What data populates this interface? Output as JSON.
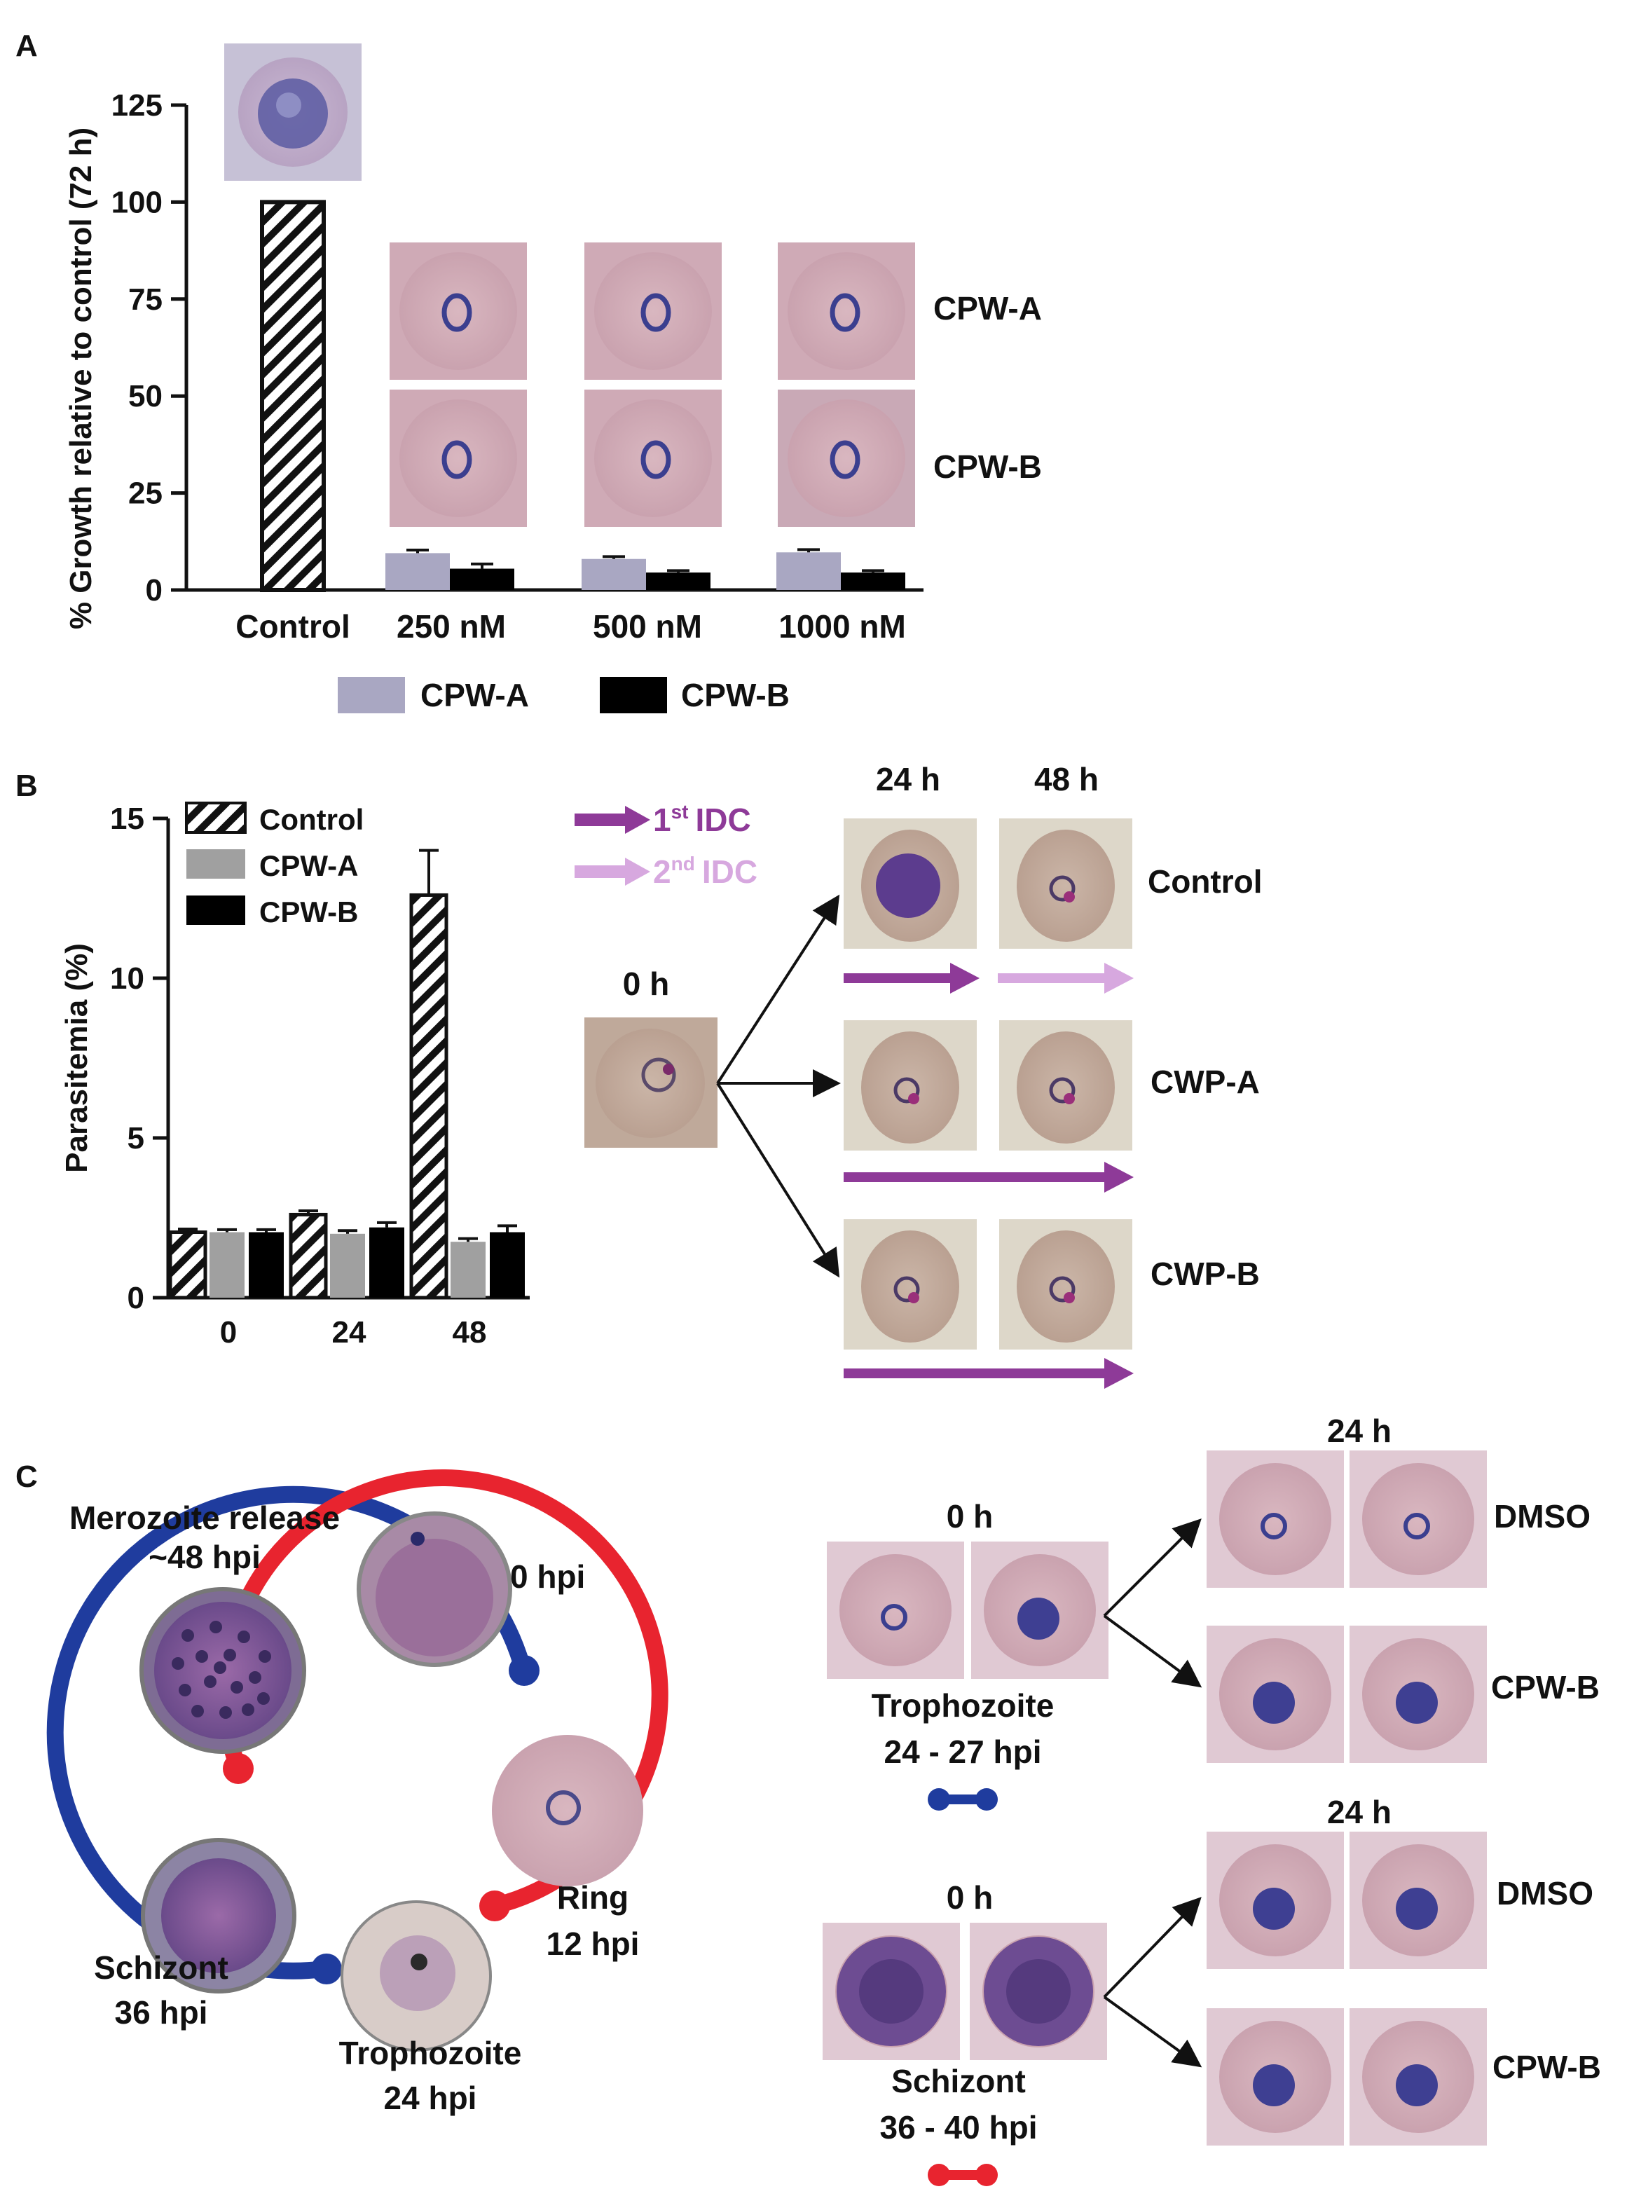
{
  "panels": {
    "a": "A",
    "b": "B",
    "c": "C"
  },
  "colors": {
    "cpw_a_light": "#a9a7c2",
    "cpw_a_gray": "#a0a0a0",
    "cpw_b": "#000000",
    "idc1": "#8e3a98",
    "idc2": "#d7a8df",
    "blue_cycle": "#1f3c9e",
    "red_cycle": "#e8242f",
    "cell_pink": "#d8b5bd",
    "cell_tan": "#c9b3a5",
    "parasite": "#3b3f8f"
  },
  "chart_data": [
    {
      "type": "bar",
      "panel": "A",
      "ylabel": "% Growth relative to control (72 h)",
      "xlabel": "",
      "ylim": [
        0,
        125
      ],
      "yticks": [
        0,
        25,
        50,
        75,
        100,
        125
      ],
      "categories": [
        "Control",
        "250 nM",
        "500 nM",
        "1000 nM"
      ],
      "series": [
        {
          "name": "Control",
          "pattern": "hatched",
          "values": [
            100,
            null,
            null,
            null
          ],
          "errors": [
            0,
            null,
            null,
            null
          ]
        },
        {
          "name": "CPW-A",
          "values": [
            null,
            9.5,
            8.0,
            9.7
          ],
          "errors": [
            null,
            0.8,
            0.6,
            0.7
          ]
        },
        {
          "name": "CPW-B",
          "values": [
            null,
            5.5,
            4.5,
            4.5
          ],
          "errors": [
            null,
            1.2,
            0.5,
            0.5
          ]
        }
      ],
      "legend": [
        "CPW-A",
        "CPW-B"
      ],
      "legend_position": "bottom",
      "row_labels": [
        "CPW-A",
        "CPW-B"
      ]
    },
    {
      "type": "bar",
      "panel": "B",
      "ylabel": "Parasitemia (%)",
      "xlabel": "",
      "ylim": [
        0,
        15
      ],
      "yticks": [
        0,
        5,
        10,
        15
      ],
      "categories": [
        "0",
        "24",
        "48"
      ],
      "series": [
        {
          "name": "Control",
          "pattern": "hatched",
          "values": [
            2.05,
            2.6,
            12.6
          ],
          "errors": [
            0.1,
            0.12,
            1.4
          ]
        },
        {
          "name": "CPW-A",
          "values": [
            2.05,
            2.0,
            1.75
          ],
          "errors": [
            0.08,
            0.1,
            0.1
          ]
        },
        {
          "name": "CPW-B",
          "values": [
            2.05,
            2.2,
            2.05
          ],
          "errors": [
            0.08,
            0.15,
            0.2
          ]
        }
      ],
      "legend": [
        "Control",
        "CPW-A",
        "CPW-B"
      ],
      "legend_position": "top-left"
    }
  ],
  "panel_b_right": {
    "idc_legend": [
      {
        "base": "1",
        "sup": "st",
        "rest": "IDC"
      },
      {
        "base": "2",
        "sup": "nd",
        "rest": "IDC"
      }
    ],
    "time_labels": [
      "0 h",
      "24 h",
      "48 h"
    ],
    "row_labels": [
      "Control",
      "CWP-A",
      "CWP-B"
    ]
  },
  "panel_c_cycle": {
    "labels": {
      "merozoite_1": "Merozoite release",
      "merozoite_2": "~48 hpi",
      "zero": "0 hpi",
      "ring_1": "Ring",
      "ring_2": "12 hpi",
      "troph_1": "Trophozoite",
      "troph_2": "24 hpi",
      "schizont_1": "Schizont",
      "schizont_2": "36 hpi"
    }
  },
  "panel_c_right": {
    "time_0": "0 h",
    "time_24": "24 h",
    "troph_1": "Trophozoite",
    "troph_2": "24 - 27 hpi",
    "schizont_1": "Schizont",
    "schizont_2": "36 - 40 hpi",
    "labels": [
      "DMSO",
      "CPW-B",
      "DMSO",
      "CPW-B"
    ]
  }
}
